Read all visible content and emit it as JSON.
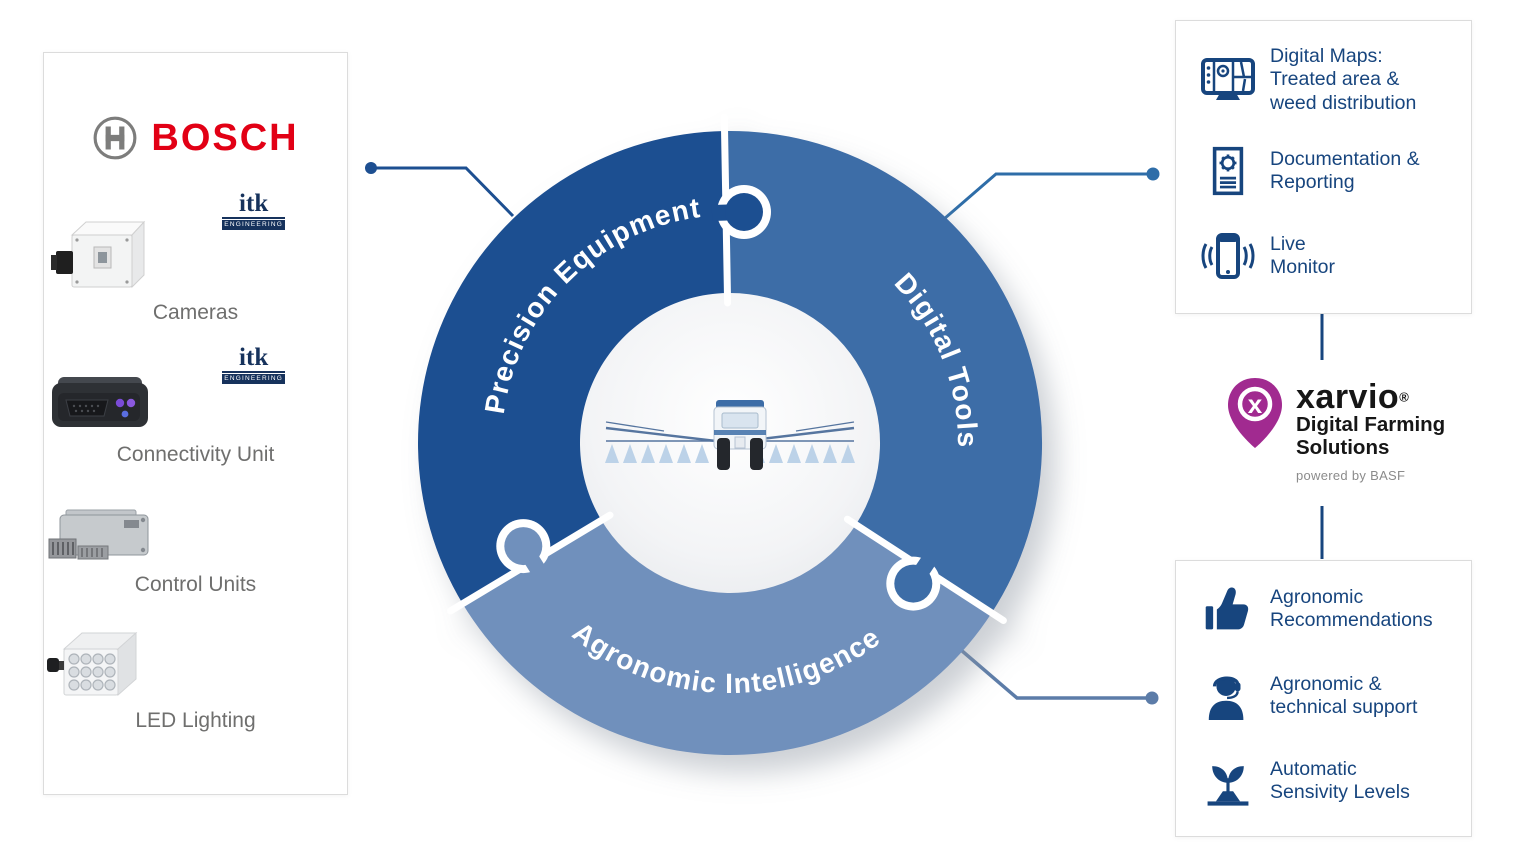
{
  "left_panel": {
    "bosch_logo_text": "BOSCH",
    "itk_logo": {
      "name": "itk",
      "tagline": "ENGINEERING"
    },
    "products": [
      {
        "image": "camera-image",
        "label": "Cameras"
      },
      {
        "image": "connectivity-unit-image",
        "label": "Connectivity Unit"
      },
      {
        "image": "control-unit-image",
        "label": "Control Units"
      },
      {
        "image": "led-lighting-image",
        "label": "LED Lighting"
      }
    ]
  },
  "ring": {
    "center_image": "crop-sprayer",
    "segments": [
      {
        "label": "Precision Equipment",
        "color": "#1d4f91"
      },
      {
        "label": "Digital Tools",
        "color": "#3d6da7"
      },
      {
        "label": "Agronomic Intelligence",
        "color": "#7090bc"
      }
    ]
  },
  "digital_tools_panel": {
    "items": [
      {
        "icon": "digital-maps-icon",
        "lines": [
          "Digital Maps:",
          "Treated area &",
          "weed distribution"
        ]
      },
      {
        "icon": "documentation-icon",
        "lines": [
          "Documentation &",
          "Reporting"
        ]
      },
      {
        "icon": "live-monitor-icon",
        "lines": [
          "Live",
          "Monitor"
        ]
      }
    ]
  },
  "agronomic_panel": {
    "items": [
      {
        "icon": "thumbs-up-icon",
        "lines": [
          "Agronomic",
          "Recommendations"
        ]
      },
      {
        "icon": "support-headset-icon",
        "lines": [
          "Agronomic &",
          "technical support"
        ]
      },
      {
        "icon": "plant-icon",
        "lines": [
          "Automatic",
          "Sensivity Levels"
        ]
      }
    ]
  },
  "xarvio": {
    "brand": "xarvio",
    "registered": "®",
    "subtitle_line1": "Digital Farming",
    "subtitle_line2": "Solutions",
    "powered_by": "powered by BASF",
    "pin_color": "#a12a90"
  },
  "colors": {
    "bosch_red": "#e20015",
    "bosch_gray": "#7d7d7c",
    "panel_text_blue": "#17457e",
    "label_gray": "#6f6f6e",
    "connector_dark": "#1d4f91",
    "connector_mid": "#2e6da8",
    "connector_slate": "#5c7ca8",
    "itk_navy": "#16325c"
  }
}
